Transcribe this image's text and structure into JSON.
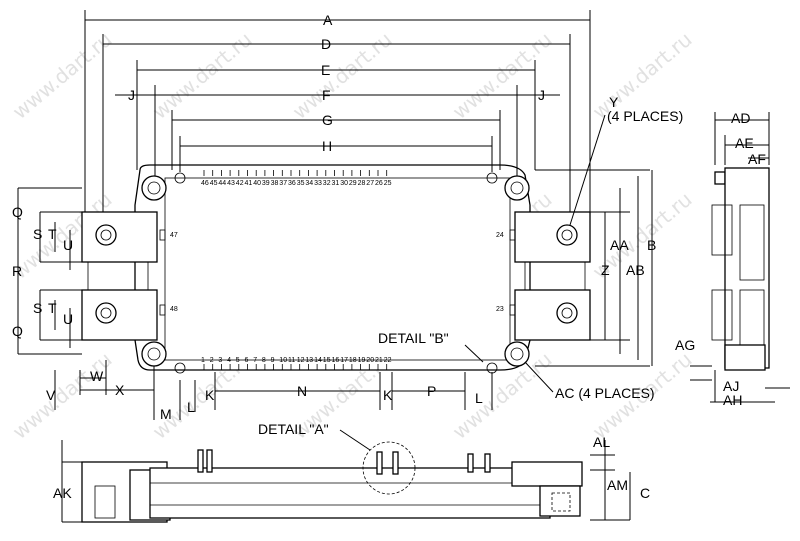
{
  "watermark": "www.dart.ru",
  "dimensions": {
    "A": "A",
    "D": "D",
    "E": "E",
    "F": "F",
    "G": "G",
    "H": "H",
    "J_left": "J",
    "J_right": "J",
    "Q_top": "Q",
    "Q_bottom": "Q",
    "S_top": "S",
    "S_bottom": "S",
    "T_top": "T",
    "T_bottom": "T",
    "U_top": "U",
    "U_bottom": "U",
    "R": "R",
    "V": "V",
    "W": "W",
    "X": "X",
    "M": "M",
    "L_left": "L",
    "L_right": "L",
    "K_left": "K",
    "K_right": "K",
    "N": "N",
    "P": "P",
    "AA": "AA",
    "AB": "AB",
    "B": "B",
    "Z": "Z",
    "AD": "AD",
    "AE": "AE",
    "AF": "AF",
    "AG": "AG",
    "AJ": "AJ",
    "AH": "AH",
    "AK": "AK",
    "AL": "AL",
    "AM": "AM",
    "C": "C"
  },
  "callouts": {
    "y_places_1": "Y",
    "y_places_2": "(4 PLACES)",
    "ac_places": "AC (4 PLACES)",
    "detail_a": "DETAIL \"A\"",
    "detail_b": "DETAIL \"B\""
  },
  "pins": {
    "top_row": [
      "46",
      "45",
      "44",
      "43",
      "42",
      "41",
      "40",
      "39",
      "38",
      "37",
      "36",
      "35",
      "34",
      "33",
      "32",
      "31",
      "30",
      "29",
      "28",
      "27",
      "26",
      "25"
    ],
    "bottom_row": [
      "1",
      "2",
      "3",
      "4",
      "5",
      "6",
      "7",
      "8",
      "9",
      "10",
      "11",
      "12",
      "13",
      "14",
      "15",
      "16",
      "17",
      "18",
      "19",
      "20",
      "21",
      "22"
    ],
    "side_left_top": "47",
    "side_left_bottom": "48",
    "side_right_top": "24",
    "side_right_bottom": "23"
  }
}
